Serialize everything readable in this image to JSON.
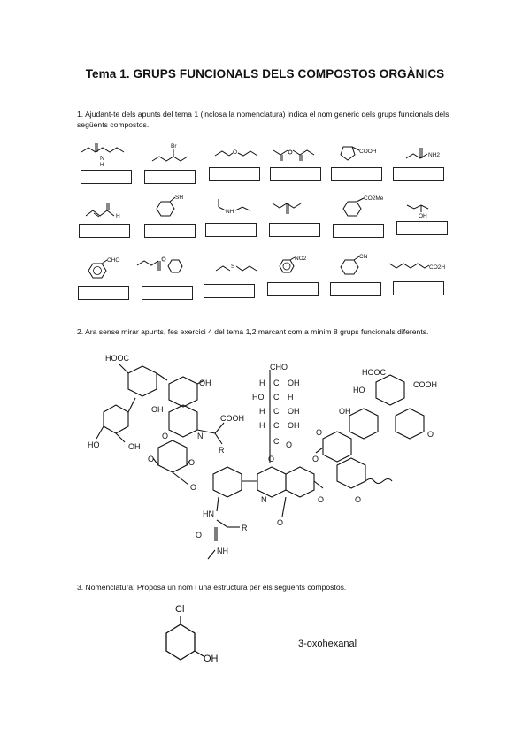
{
  "document": {
    "title": "Tema 1. GRUPS FUNCIONALS DELS COMPOSTOS ORGÀNICS",
    "q1": "1. Ajudant-te dels apunts del tema 1 (inclosa la nomenclatura) indica el nom genèric dels grups funcionals dels següents compostos.",
    "q2": "2. Ara sense mirar apunts, fes exercici 4 del tema 1,2 marcant com a mínim 8 grups funcionals diferents.",
    "q3": "3. Nomenclatura: Proposa un nom i una estructura per els següents compostos."
  },
  "row1_labels": {
    "n": "N",
    "h": "H",
    "br": "Br",
    "o": "O",
    "cooh": "COOH",
    "nh2": "NH2"
  },
  "row2_labels": {
    "h": "H",
    "sh": "SH",
    "nh": "NH",
    "co2me": "CO2Me",
    "oh": "OH"
  },
  "row3_labels": {
    "cho": "CHO",
    "s": "S",
    "no2": "NO2",
    "cn": "CN",
    "co2h": "CO2H"
  },
  "big_molecule_labels": {
    "hooc_left": "HOOC",
    "oh_a": "OH",
    "oh_b": "OH",
    "ho_a": "HO",
    "oh_c": "OH",
    "o_ring": "O",
    "n_ring": "N",
    "cooh_mid": "COOH",
    "r_mid": "R",
    "o_keto_a": "O",
    "o_keto_b": "O",
    "o_ether": "O",
    "cho_sugar": "CHO",
    "h_1": "H",
    "c_1": "C",
    "oh_1": "OH",
    "ho_2": "HO",
    "c_2": "C",
    "h_2": "H",
    "h_3": "H",
    "c_3": "C",
    "oh_3": "OH",
    "h_4": "H",
    "c_4": "C",
    "oh_4": "OH",
    "c_5": "C",
    "o_5": "O",
    "o_link": "O",
    "hooc_right": "HOOC",
    "cooh_right": "COOH",
    "ho_right": "HO",
    "oh_right": "OH",
    "o_furan": "O",
    "o_q1": "O",
    "o_q2": "O",
    "o_wavy": "O",
    "n_indole": "N",
    "o_indole": "O",
    "o_bridge": "O",
    "hn": "HN",
    "r_amide": "R",
    "o_amide": "O",
    "nh": "NH"
  },
  "q3_labels": {
    "cl": "Cl",
    "oh": "OH",
    "name": "3-oxohexanal"
  }
}
